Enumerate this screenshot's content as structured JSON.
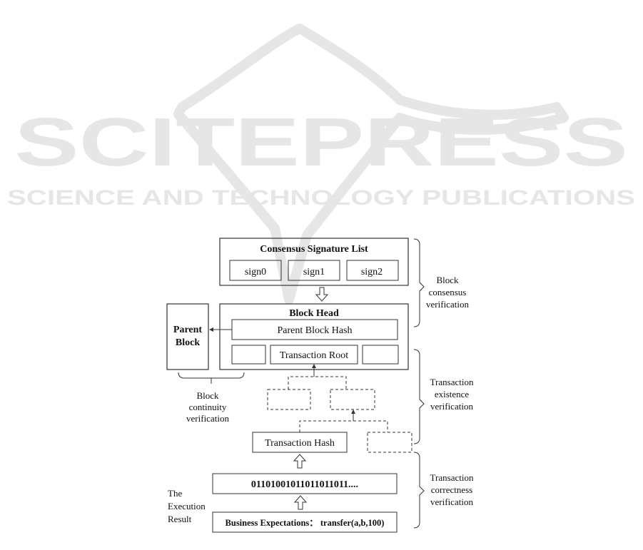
{
  "watermark": {
    "title": "SCITEPRESS",
    "subtitle": "SCIENCE AND TECHNOLOGY PUBLICATIONS",
    "color": "#e6e6e6"
  },
  "diagram": {
    "consensus_list": {
      "title": "Consensus Signature List",
      "signs": [
        "sign0",
        "sign1",
        "sign2"
      ]
    },
    "block_head": {
      "title": "Block Head",
      "parent_block_hash": "Parent Block Hash",
      "transaction_root": "Transaction Root"
    },
    "parent_block": {
      "line1": "Parent",
      "line2": "Block"
    },
    "transaction_hash": "Transaction Hash",
    "binary": "01101001011011011011....",
    "business_expectations": "Business Expectations： transfer(a,b,100)",
    "execution_result": [
      "The",
      "Execution",
      "Result"
    ],
    "block_continuity": [
      "Block",
      "continuity",
      "verification"
    ],
    "block_consensus": [
      "Block",
      "consensus",
      "verification"
    ],
    "transaction_existence": [
      "Transaction",
      "existence",
      "verification"
    ],
    "transaction_correctness": [
      "Transaction",
      "correctness",
      "verification"
    ]
  }
}
